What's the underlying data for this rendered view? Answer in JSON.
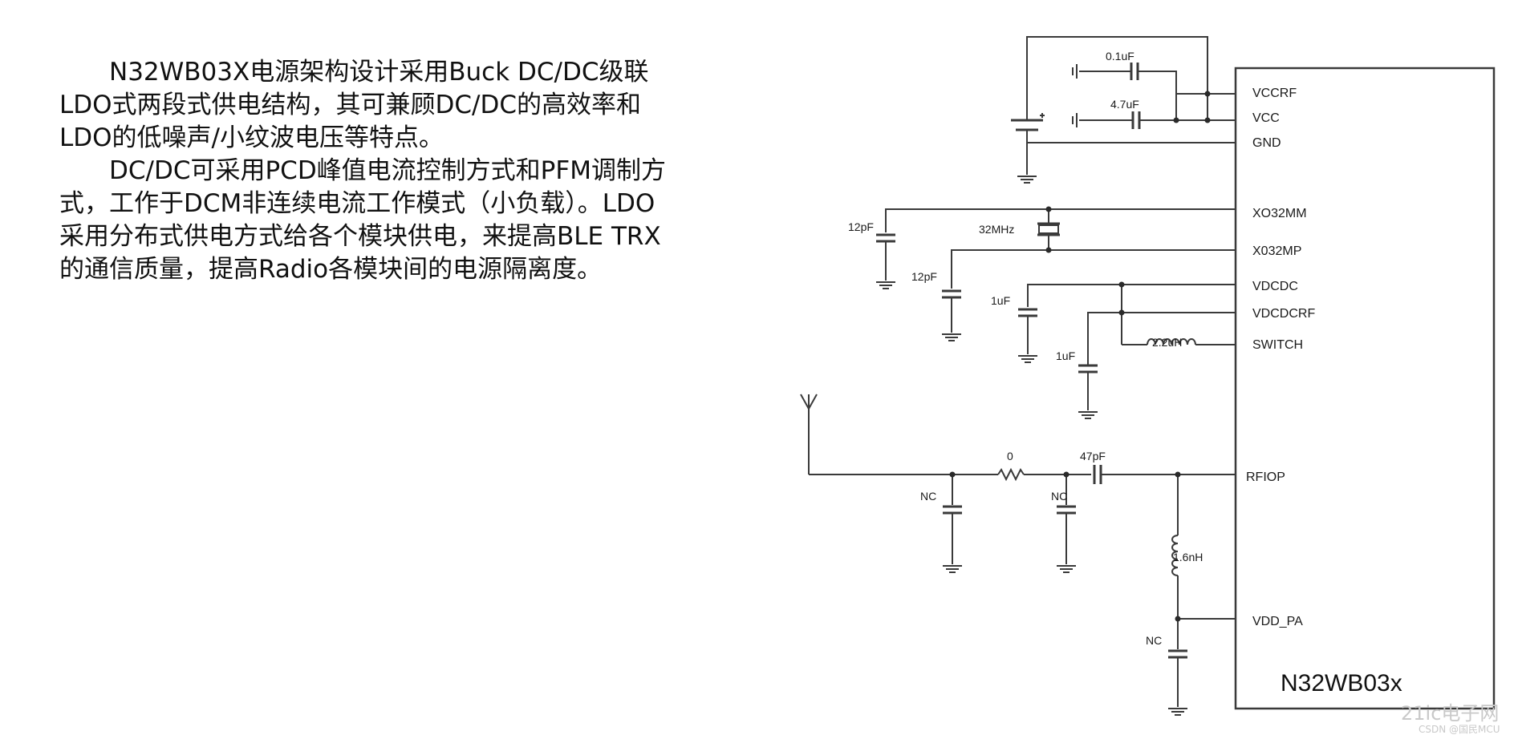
{
  "description": {
    "paragraphs": [
      "N32WB03X电源架构设计采用Buck DC/DC级联LDO式两段式供电结构，其可兼顾DC/DC的高效率和LDO的低噪声/小纹波电压等特点。",
      "DC/DC可采用PCD峰值电流控制方式和PFM调制方式，工作于DCM非连续电流工作模式（小负载）。LDO采用分布式供电方式给各个模块供电，来提高BLE TRX的通信质量，提高Radio各模块间的电源隔离度。"
    ]
  },
  "schematic": {
    "chip_name": "N32WB03x",
    "pins": {
      "vccrf": "VCCRF",
      "vcc": "VCC",
      "gnd": "GND",
      "xo32mm": "XO32MM",
      "x032mp": "X032MP",
      "vdcdc": "VDCDC",
      "vdcdcrf": "VDCDCRF",
      "switch": "SWITCH",
      "rfiop": "RFIOP",
      "vdd_pa": "VDD_PA"
    },
    "components": {
      "cap_top": "0.1uF",
      "cap_vcc": "4.7uF",
      "xtal_cap_left": "12pF",
      "crystal": "32MHz",
      "xtal_cap_right": "12pF",
      "vdcdc_cap": "1uF",
      "inductor_switch": "2.2uH",
      "vdcdcrf_cap": "1uF",
      "resistor": "0",
      "cap_series": "47pF",
      "nc_left": "NC",
      "nc_mid": "NC",
      "inductor_rf": "1.6nH",
      "nc_pa": "NC"
    }
  },
  "watermark": {
    "logo": "21ic电子网",
    "credit": "CSDN @国民MCU"
  }
}
